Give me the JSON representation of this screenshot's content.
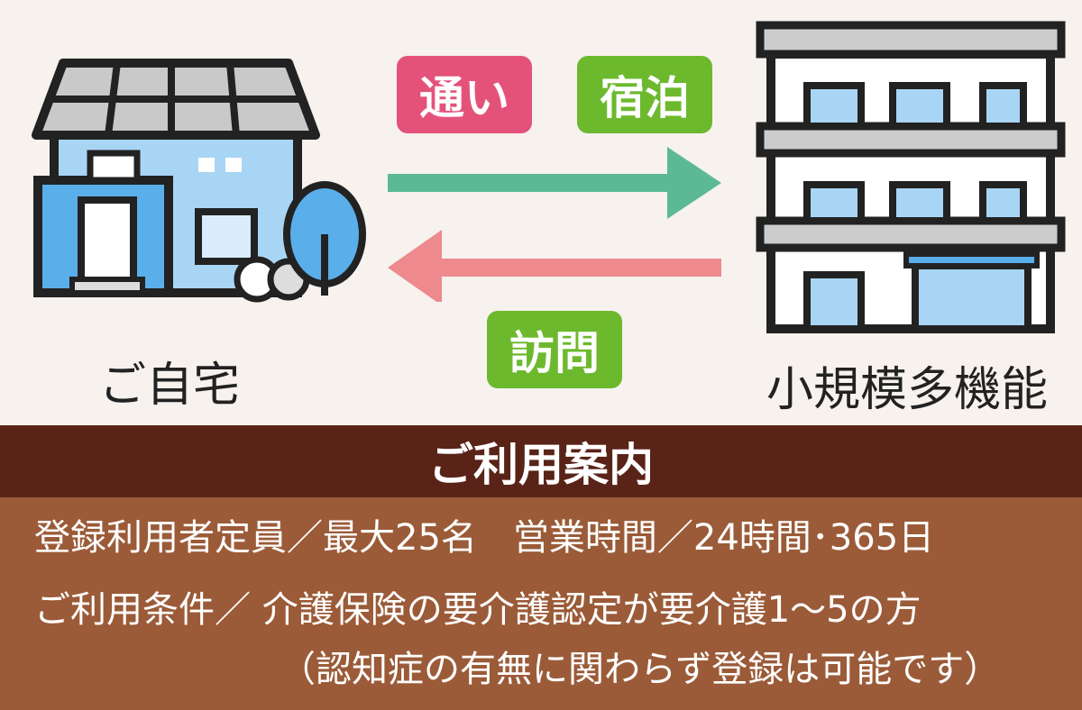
{
  "labels": {
    "tsuui": "通い",
    "shukuhaku": "宿泊",
    "houmon": "訪問"
  },
  "home_caption": "ご自宅",
  "facility_caption": "小規模多機能",
  "section_title": "ご利用案内",
  "info": {
    "line1": "登録利用者定員／最大25名　営業時間／24時間･365日",
    "line2": "ご利用条件／ 介護保険の要介護認定が要介護1～5の方",
    "line3": "（認知症の有無に関わらず登録は可能です）"
  },
  "colors": {
    "pink": "#e4527a",
    "green": "#6db92e",
    "arrow_right": "#5cb996",
    "arrow_left": "#ee898e",
    "band": "#5a2317",
    "info_bg": "#9b5b38"
  }
}
